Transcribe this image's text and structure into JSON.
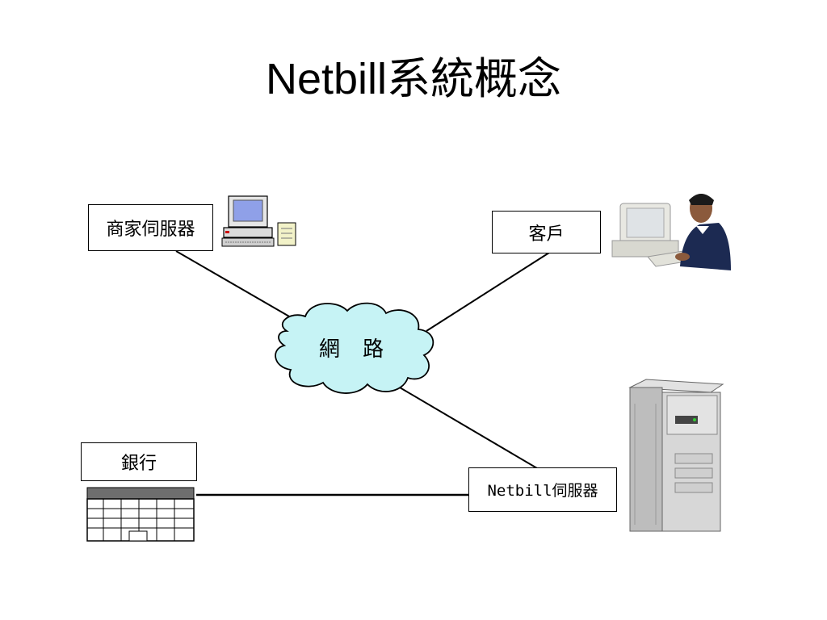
{
  "title": "Netbill系統概念",
  "nodes": {
    "merchant_server": "商家伺服器",
    "customer": "客戶",
    "network": "網 路",
    "bank": "銀行",
    "netbill_server": "Netbill伺服器"
  },
  "icons": [
    "desktop-computer-icon",
    "person-at-computer-icon",
    "tower-server-icon",
    "bank-building-icon"
  ],
  "colors": {
    "cloud_fill": "#c6f3f5",
    "screen": "#8fa0e8",
    "suit": "#1c2a52",
    "building_roof": "#6e6e6e"
  }
}
